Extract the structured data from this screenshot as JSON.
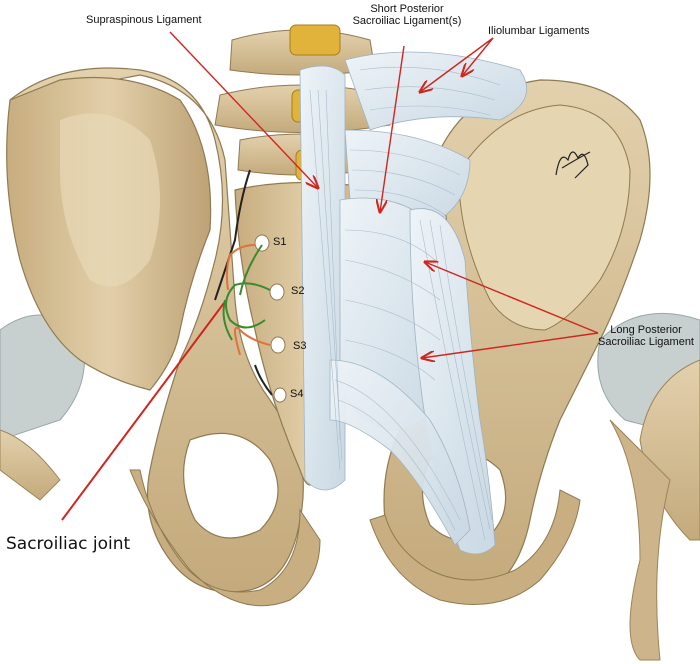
{
  "labels": {
    "supraspinous": "Supraspinous Ligament",
    "short_posterior_line1": "Short Posterior",
    "short_posterior_line2": "Sacroiliac Ligament(s)",
    "iliolumbar": "Iliolumbar Ligaments",
    "long_posterior_line1": "Long Posterior",
    "long_posterior_line2": "Sacroiliac Ligament",
    "sacroiliac_joint": "Sacroiliac joint"
  },
  "sacral_levels": [
    "S1",
    "S2",
    "S3",
    "S4"
  ],
  "colors": {
    "bone": "#d8c39b",
    "bone_shadow": "#a88f63",
    "ligament": "#dfe9f1",
    "arrow_red": "#d0261f",
    "nerve_green": "#3b8a2e",
    "nerve_orange": "#e0723a",
    "disc_yellow": "#e2b33a"
  }
}
